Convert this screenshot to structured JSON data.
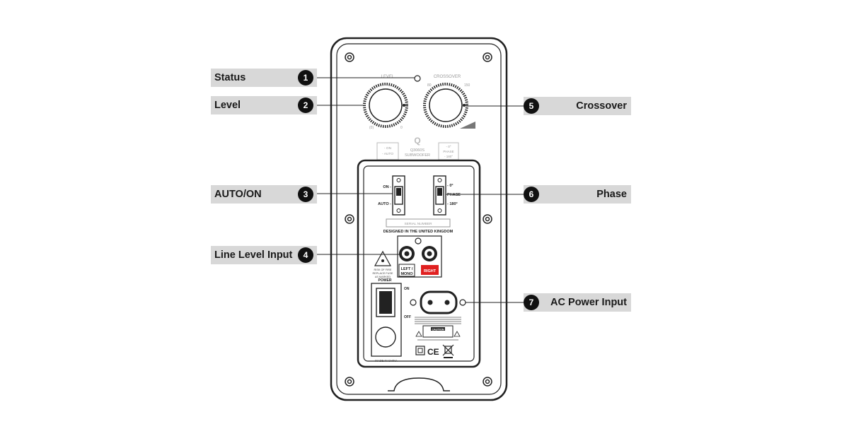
{
  "callouts": [
    {
      "number": "1",
      "label": "Status"
    },
    {
      "number": "2",
      "label": "Level"
    },
    {
      "number": "3",
      "label": "AUTO/ON"
    },
    {
      "number": "4",
      "label": "Line Level Input"
    },
    {
      "number": "5",
      "label": "Crossover"
    },
    {
      "number": "6",
      "label": "Phase"
    },
    {
      "number": "7",
      "label": "AC Power Input"
    }
  ],
  "panel": {
    "level_label": "LEVEL",
    "crossover_label": "CROSSOVER",
    "level_min": "(0)",
    "level_max": "0",
    "crossover_min": "80",
    "crossover_max": "150",
    "logo": "Q",
    "model_line1": "Q3060S",
    "model_line2": "SUBWOOFER",
    "mode_box_line1": "- ON",
    "mode_box_line2": "- AUTO",
    "phase_box_line1": "- 0°",
    "phase_box_line2": "PHASE",
    "phase_box_line3": "- 180°",
    "switch_on": "ON -",
    "switch_auto": "AUTO -",
    "phase_0": "- 0°",
    "phase_label": "PHASE",
    "phase_180": "- 180°",
    "serial_label": "SERIAL NUMBER",
    "designed_text": "DESIGNED IN THE UNITED KINGDOM",
    "left_input": "LEFT /",
    "mono_input": "MONO",
    "right_input": "RIGHT",
    "power_label": "POWER",
    "power_on": "ON",
    "power_off": "OFF",
    "made_in": "MADE IN CHINA",
    "caution_label": "CAUTION",
    "risk_text": "RISK OF FIRE",
    "replace_text": "REPLACE FUSE",
    "as_marked": "AS MARKED"
  },
  "colors": {
    "label_bg": "#d8d8d8",
    "badge": "#111111",
    "right_input": "#e02020",
    "outline": "#222222"
  }
}
